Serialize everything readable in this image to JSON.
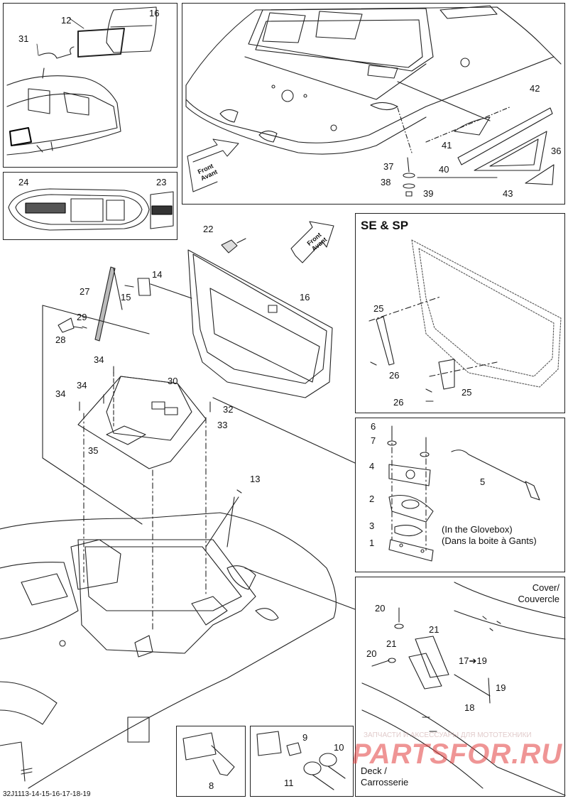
{
  "panels": {
    "se_sp_title": "SE & SP",
    "glovebox_note": [
      "(In the Glovebox)",
      "(Dans la boite à Gants)"
    ],
    "cover_label": [
      "Cover/",
      "Couvercle"
    ],
    "deck_label": [
      "Deck /",
      "Carrosserie"
    ]
  },
  "front_arrows": [
    {
      "line1": "Front",
      "line2": "Avant"
    },
    {
      "line1": "Front",
      "line2": "Avant"
    }
  ],
  "callouts": {
    "top_left": [
      "12",
      "16",
      "31"
    ],
    "strip": [
      "24",
      "23"
    ],
    "top_right": [
      "42",
      "41",
      "36",
      "40",
      "37",
      "38",
      "39",
      "43"
    ],
    "main": [
      "22",
      "16",
      "14",
      "15",
      "27",
      "29",
      "28",
      "34",
      "34",
      "34",
      "30",
      "32",
      "33",
      "35",
      "13"
    ],
    "se_sp": [
      "25",
      "26",
      "25",
      "26"
    ],
    "latch": [
      "6",
      "7",
      "4",
      "5",
      "2",
      "3",
      "1"
    ],
    "hinge": [
      "20",
      "21",
      "21",
      "20",
      "17➔19",
      "19",
      "18"
    ],
    "ties_left": [
      "8"
    ],
    "ties_right": [
      "9",
      "10",
      "11"
    ]
  },
  "watermark": {
    "small": "ЗАПЧАСТИ И АКСЕССУАРЫ ДЛЯ МОТОТЕХНИКИ",
    "big": "PARTSFOR.RU"
  },
  "footer_code": "32J1113-14-15-16-17-18-19"
}
